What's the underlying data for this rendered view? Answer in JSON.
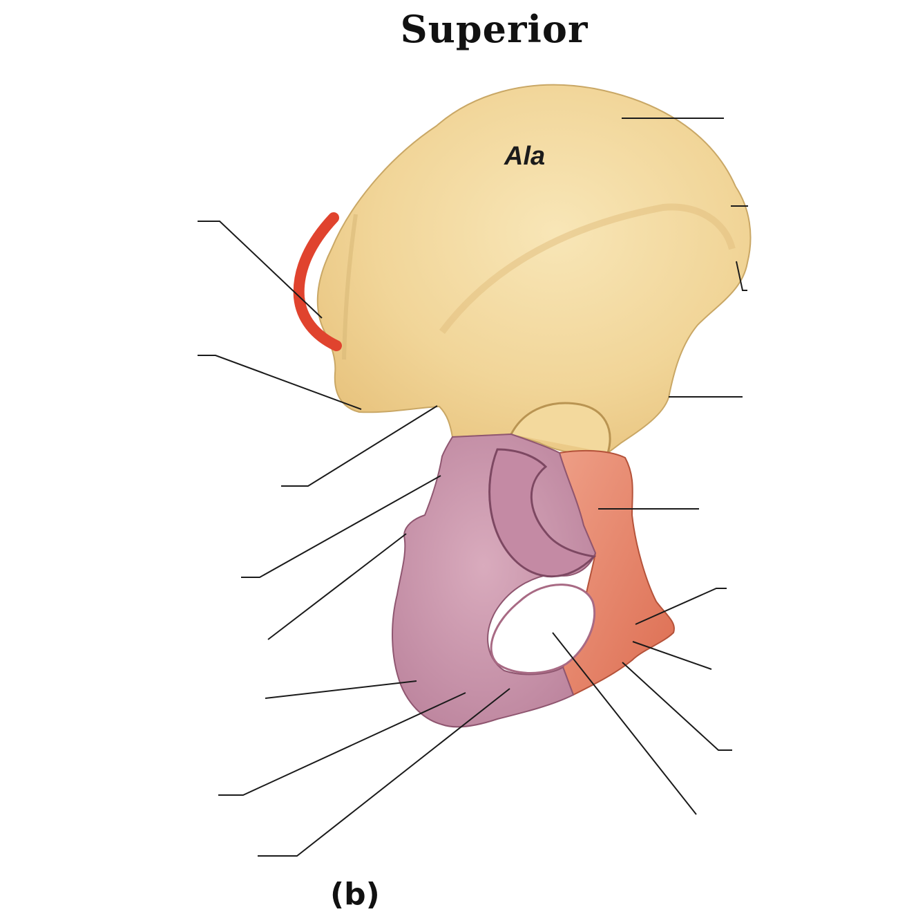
{
  "diagram": {
    "title": "Superior",
    "region_label": "Ala",
    "panel_label": "(b)",
    "colors": {
      "ilium": "#f1d79b",
      "ischium": "#c996ac",
      "pubis": "#e4836b",
      "highlight": "#e0432e",
      "leader": "#1a1a1a"
    }
  }
}
